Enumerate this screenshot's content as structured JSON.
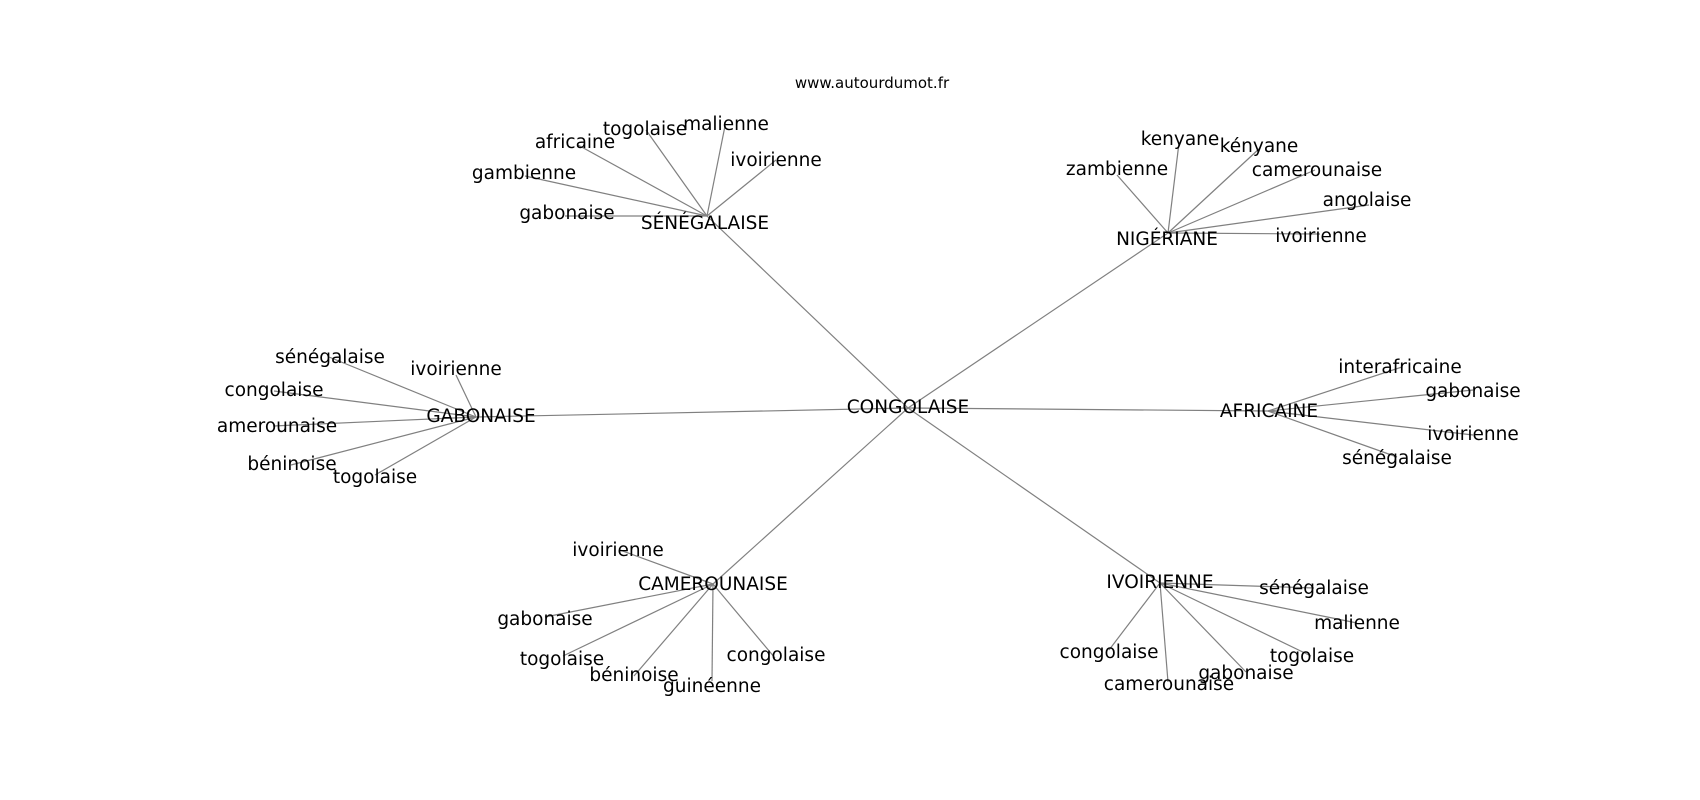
{
  "site": "www.autourdumot.fr",
  "center": "CONGOLAISE",
  "hubs": [
    {
      "label": "SÉNÉGALAISE",
      "leaves": [
        "gabonaise",
        "gambienne",
        "africaine",
        "togolaise",
        "malienne",
        "ivoirienne"
      ]
    },
    {
      "label": "NIGÉRIANE",
      "leaves": [
        "zambienne",
        "kenyane",
        "kényane",
        "camerounaise",
        "angolaise",
        "ivoirienne"
      ]
    },
    {
      "label": "GABONAISE",
      "leaves": [
        "sénégalaise",
        "ivoirienne",
        "congolaise",
        "amerounaise",
        "béninoise",
        "togolaise"
      ]
    },
    {
      "label": "AFRICAINE",
      "leaves": [
        "interafricaine",
        "gabonaise",
        "ivoirienne",
        "sénégalaise"
      ]
    },
    {
      "label": "CAMEROUNAISE",
      "leaves": [
        "ivoirienne",
        "gabonaise",
        "togolaise",
        "béninoise",
        "guinéenne",
        "congolaise"
      ]
    },
    {
      "label": "IVOIRIENNE",
      "leaves": [
        "sénégalaise",
        "malienne",
        "togolaise",
        "gabonaise",
        "camerounaise",
        "congolaise"
      ]
    }
  ]
}
